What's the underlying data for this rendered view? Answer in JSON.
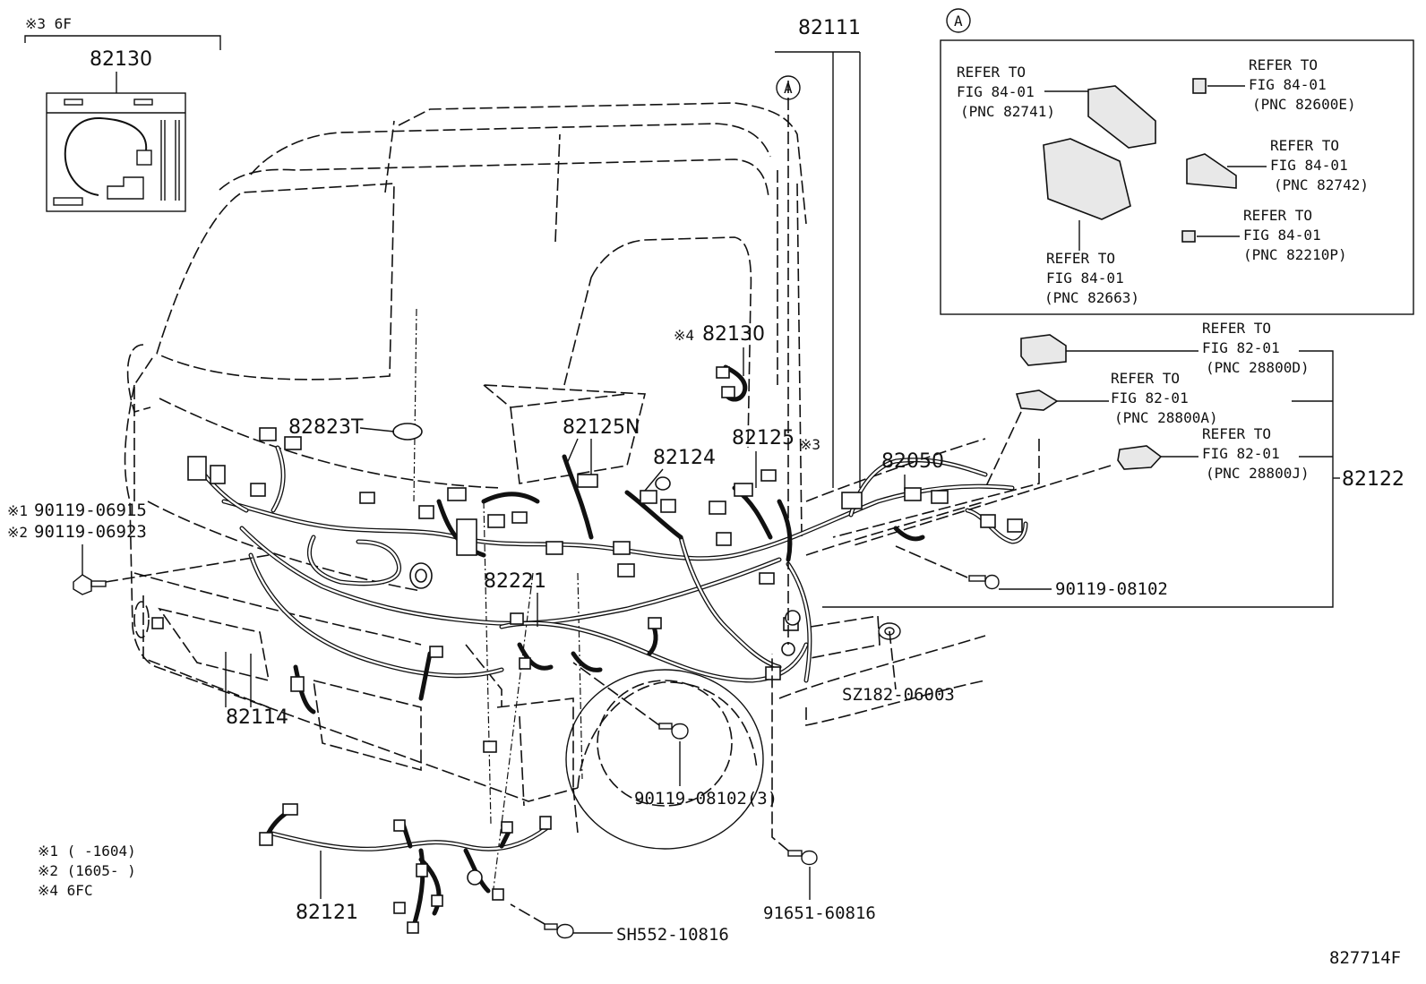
{
  "callouts": {
    "c82130_top": "82130",
    "c82111": "82111",
    "c82130_mid": "82130",
    "c82823T": "82823T",
    "c82125N": "82125N",
    "c82124": "82124",
    "c82125": "82125",
    "c82050": "82050",
    "c82122": "82122",
    "c82221": "82221",
    "c82114": "82114",
    "c82121": "82121",
    "b90119_06915": "90119-06915",
    "b90119_06923": "90119-06923",
    "b90119_08102": "90119-08102",
    "b90119_08102_3": "90119-08102(3)",
    "bSZ182": "SZ182-06003",
    "b91651": "91651-60816",
    "bSH552": "SH552-10816",
    "fig_id": "827714F"
  },
  "markers": {
    "note3_6F": "※3 6F",
    "note4": "※4",
    "note3": "※3",
    "note1": "※1",
    "note2": "※2",
    "circle_A": "A"
  },
  "legend": {
    "l1": "※1 (     -1604)",
    "l2": "※2 (1605-     )",
    "l4": "※4 6FC"
  },
  "inset_refs": [
    {
      "line1": "REFER TO",
      "line2": "FIG 84-01",
      "line3": "(PNC 82741)"
    },
    {
      "line1": "REFER TO",
      "line2": "FIG 84-01",
      "line3": "(PNC 82600E)"
    },
    {
      "line1": "REFER TO",
      "line2": "FIG 84-01",
      "line3": "(PNC 82742)"
    },
    {
      "line1": "REFER TO",
      "line2": "FIG 84-01",
      "line3": "(PNC 82210P)"
    },
    {
      "line1": "REFER TO",
      "line2": "FIG 84-01",
      "line3": "(PNC 82663)"
    }
  ],
  "side_refs": [
    {
      "line1": "REFER TO",
      "line2": "FIG 82-01",
      "line3": "(PNC 28800D)"
    },
    {
      "line1": "REFER TO",
      "line2": "FIG 82-01",
      "line3": "(PNC 28800A)"
    },
    {
      "line1": "REFER TO",
      "line2": "FIG 82-01",
      "line3": "(PNC 28800J)"
    }
  ]
}
